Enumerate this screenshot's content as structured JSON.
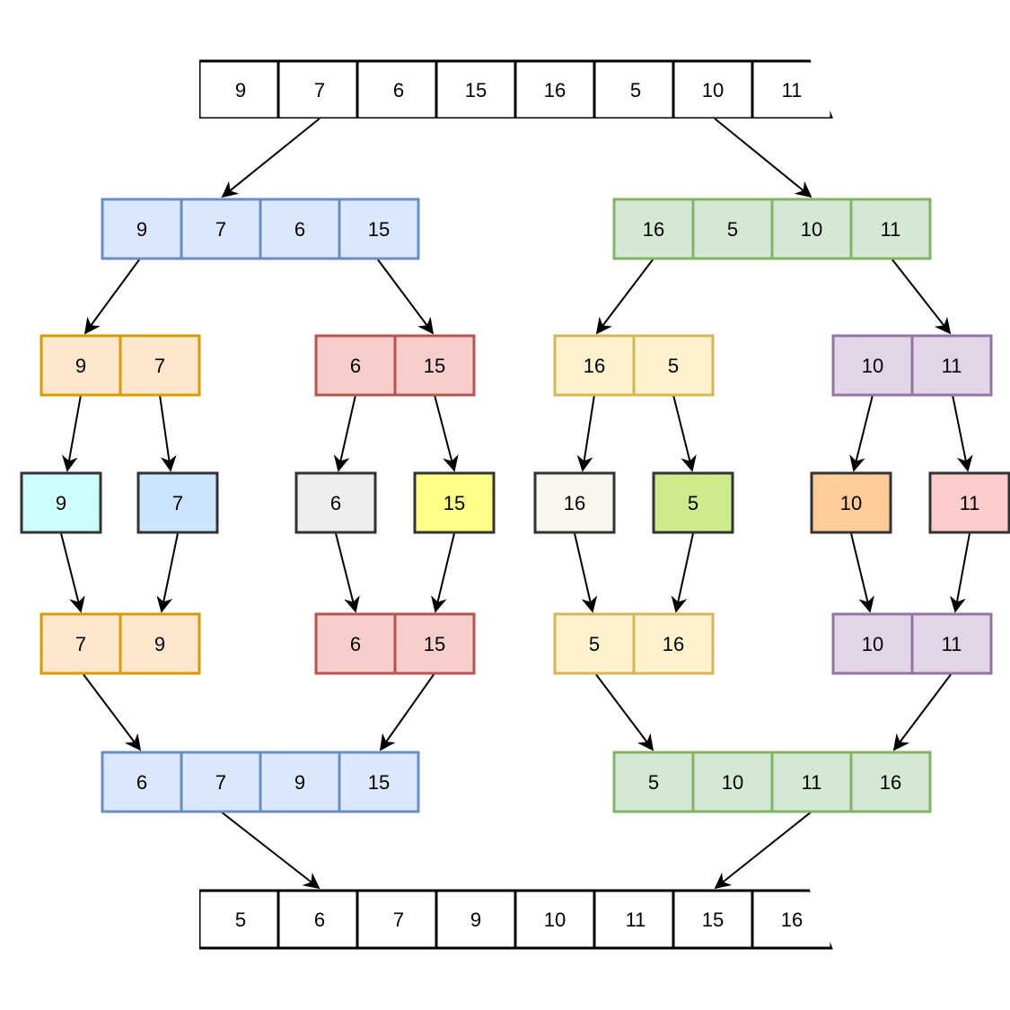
{
  "merge_sort": {
    "input_array": [
      "9",
      "7",
      "6",
      "15",
      "16",
      "5",
      "10",
      "11"
    ],
    "split_level_1": {
      "left": [
        "9",
        "7",
        "6",
        "15"
      ],
      "right": [
        "16",
        "5",
        "10",
        "11"
      ]
    },
    "split_level_2": [
      [
        "9",
        "7"
      ],
      [
        "6",
        "15"
      ],
      [
        "16",
        "5"
      ],
      [
        "10",
        "11"
      ]
    ],
    "singletons": [
      "9",
      "7",
      "6",
      "15",
      "16",
      "5",
      "10",
      "11"
    ],
    "merge_level_1": [
      [
        "7",
        "9"
      ],
      [
        "6",
        "15"
      ],
      [
        "5",
        "16"
      ],
      [
        "10",
        "11"
      ]
    ],
    "merge_level_2": {
      "left": [
        "6",
        "7",
        "9",
        "15"
      ],
      "right": [
        "5",
        "10",
        "11",
        "16"
      ]
    },
    "output_array": [
      "5",
      "6",
      "7",
      "9",
      "10",
      "11",
      "15",
      "16"
    ]
  },
  "colors": {
    "blue_fill": "#dae8fc",
    "blue_stroke": "#6c8ebf",
    "green_fill": "#d5e8d4",
    "green_stroke": "#82b366",
    "orange_fill": "#ffe6cc",
    "orange_stroke": "#d79b00",
    "red_fill": "#f8cecc",
    "red_stroke": "#b85450",
    "yellow_fill": "#fff2cc",
    "yellow_stroke": "#d6b656",
    "purple_fill": "#e1d5e7",
    "purple_stroke": "#9673a6",
    "single_9": "#ccffff",
    "single_7": "#cce5ff",
    "single_6": "#eeeeee",
    "single_15": "#ffff88",
    "single_16": "#f9f7ed",
    "single_5": "#cdeb8b",
    "single_10": "#ffcc99",
    "single_11": "#ffcccc",
    "single_stroke": "#333333",
    "array_stroke": "#000000"
  }
}
